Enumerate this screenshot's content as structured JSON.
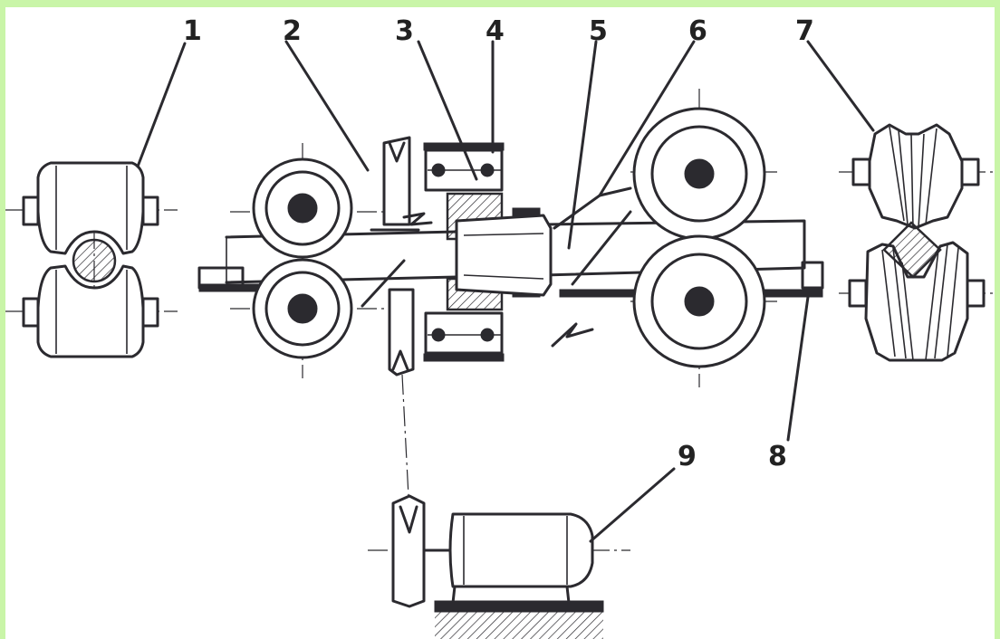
{
  "labels": [
    {
      "id": "1",
      "text": "1"
    },
    {
      "id": "2",
      "text": "2"
    },
    {
      "id": "3",
      "text": "3"
    },
    {
      "id": "4",
      "text": "4"
    },
    {
      "id": "5",
      "text": "5"
    },
    {
      "id": "6",
      "text": "6"
    },
    {
      "id": "7",
      "text": "7"
    },
    {
      "id": "8",
      "text": "8"
    },
    {
      "id": "9",
      "text": "9"
    }
  ],
  "colors": {
    "background": "#c9f5a8",
    "ink": "#2b2a2f",
    "paper": "#ffffff"
  }
}
